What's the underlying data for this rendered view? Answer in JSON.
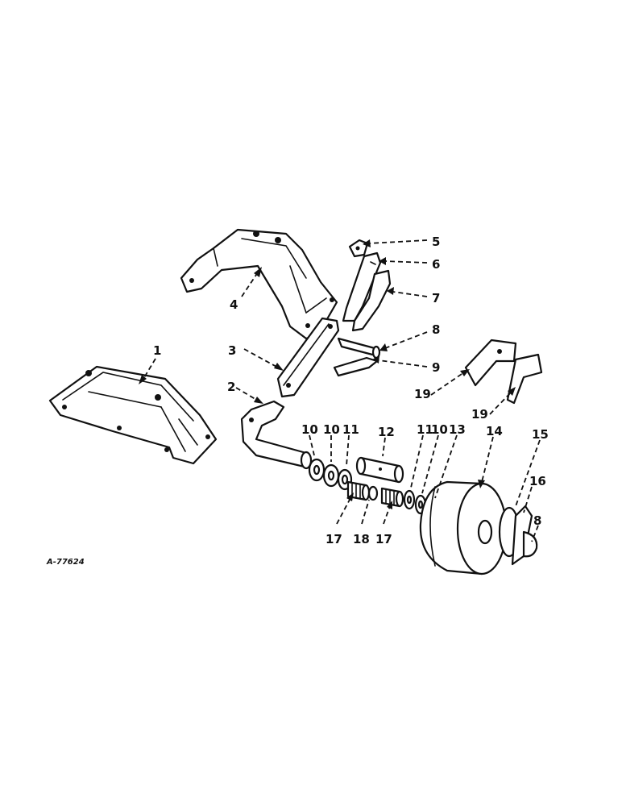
{
  "figure": {
    "reference_number": "A-77624",
    "callouts": [
      "1",
      "2",
      "3",
      "4",
      "5",
      "6",
      "7",
      "8",
      "9",
      "10",
      "10",
      "11",
      "12",
      "11",
      "10",
      "13",
      "14",
      "15",
      "16",
      "8",
      "17",
      "18",
      "17",
      "19",
      "19"
    ]
  }
}
